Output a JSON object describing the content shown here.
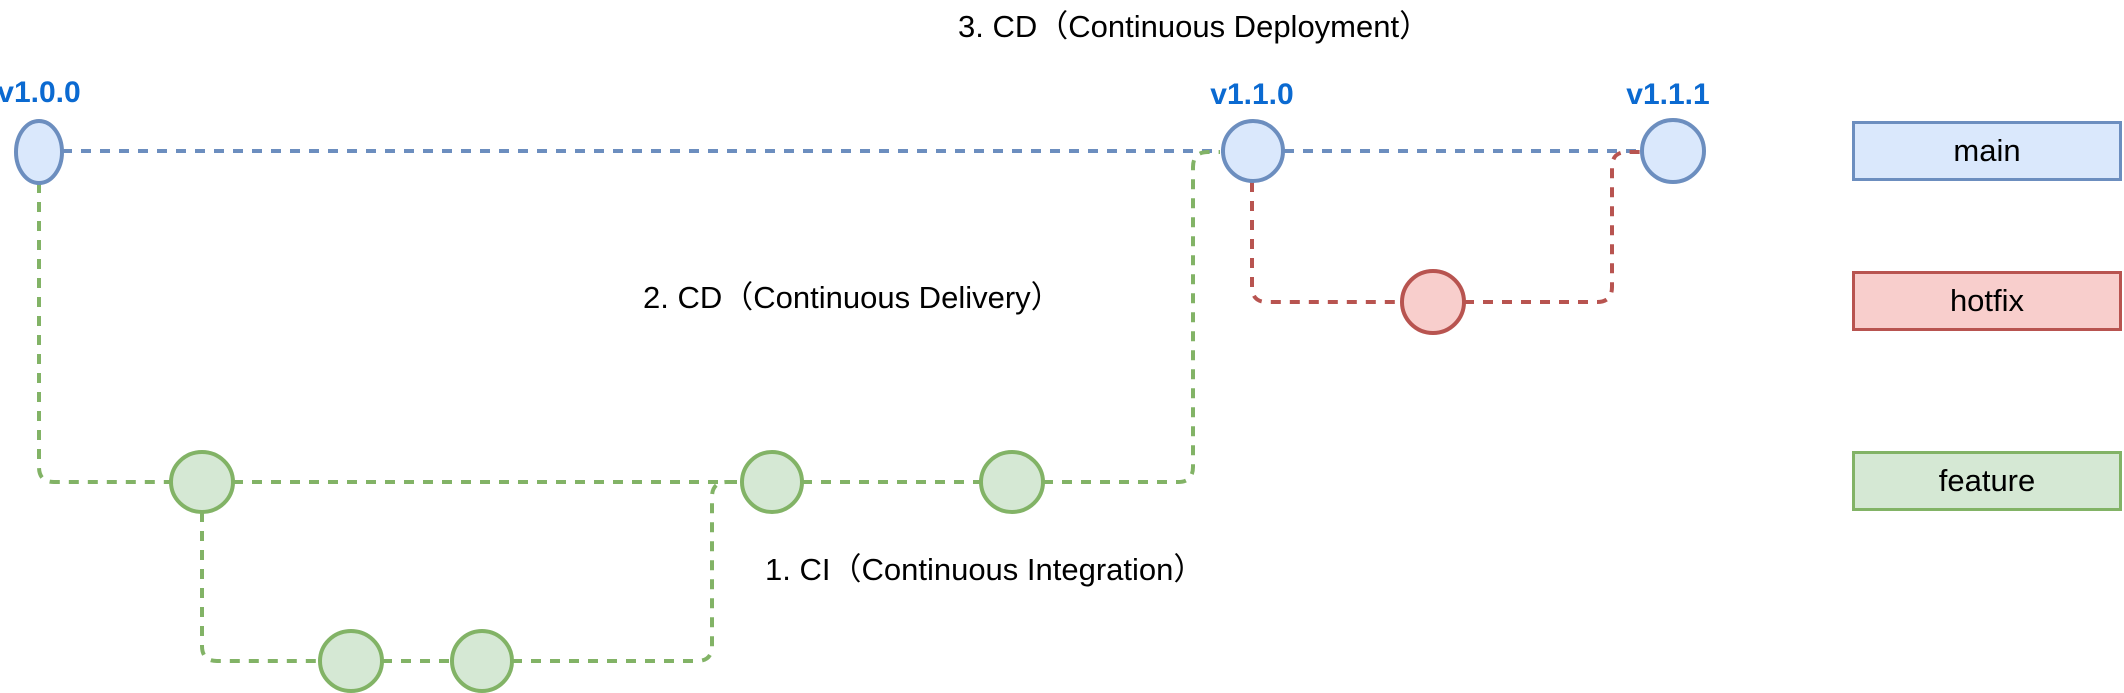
{
  "annotations": {
    "step3": "3. CD（Continuous Deployment）",
    "step2": "2. CD（Continuous Delivery）",
    "step1": "1. CI（Continuous Integration）"
  },
  "versions": [
    {
      "label": "v1.0.0"
    },
    {
      "label": "v1.1.0"
    },
    {
      "label": "v1.1.1"
    }
  ],
  "legend": [
    {
      "label": "main",
      "fill": "#dae8fc",
      "stroke": "#6c8ebf"
    },
    {
      "label": "hotfix",
      "fill": "#f8cecc",
      "stroke": "#b85450"
    },
    {
      "label": "feature",
      "fill": "#d5e8d4",
      "stroke": "#82b366"
    }
  ],
  "colors": {
    "main_branch": "#6c8ebf",
    "main_fill": "#dae8fc",
    "hotfix_branch": "#b85450",
    "hotfix_fill": "#f8cecc",
    "feature_branch": "#82b366",
    "feature_fill": "#d5e8d4",
    "version_label_text": "#0b6ad1",
    "annotation_text": "#000000"
  },
  "diagram": {
    "type": "git-branching",
    "branches": [
      "main",
      "hotfix",
      "feature"
    ],
    "main_commits": [
      "v1.0.0",
      "v1.1.0",
      "v1.1.1"
    ],
    "hotfix_commit_count": 1,
    "feature_commit_count": 3,
    "feature_subbranch_commit_count": 2,
    "line_style": "dashed"
  }
}
